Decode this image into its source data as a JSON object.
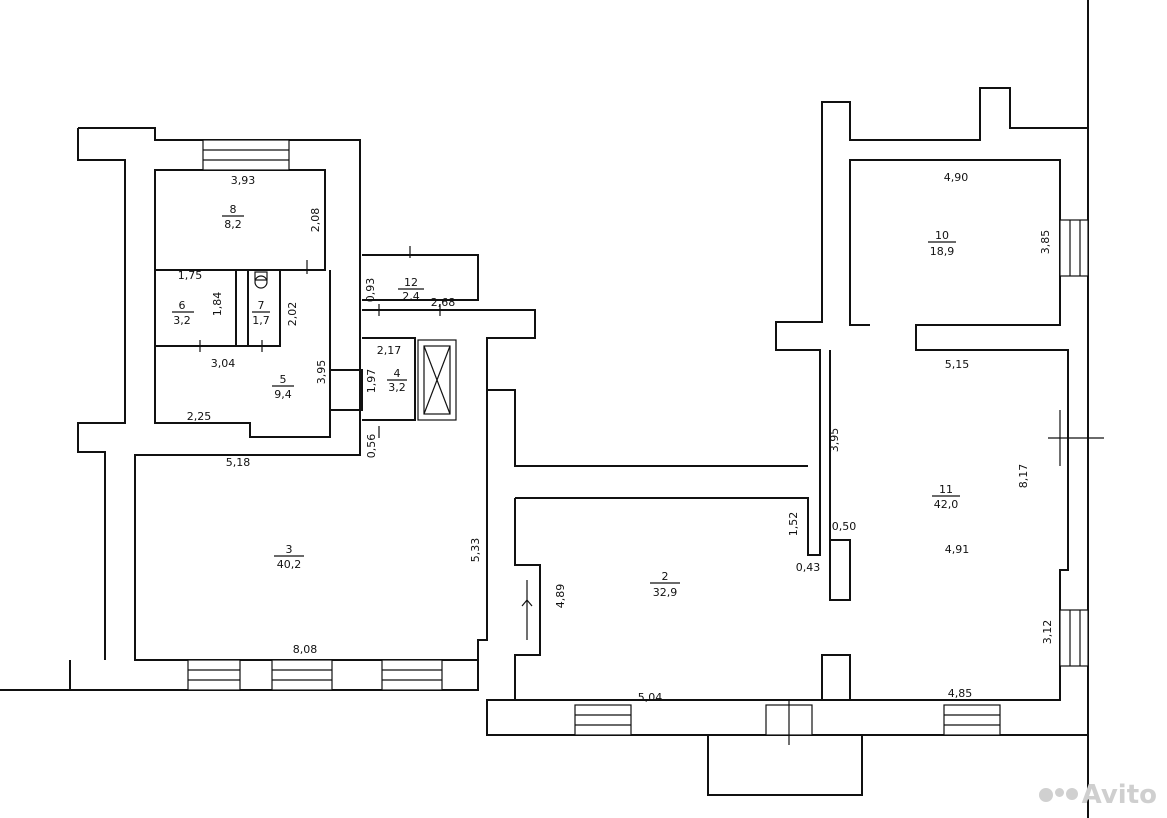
{
  "rooms": [
    {
      "number": "8",
      "area": "8,2"
    },
    {
      "number": "6",
      "area": "3,2"
    },
    {
      "number": "7",
      "area": "1,7"
    },
    {
      "number": "5",
      "area": "9,4"
    },
    {
      "number": "12",
      "area": "2,4"
    },
    {
      "number": "4",
      "area": "3,2"
    },
    {
      "number": "3",
      "area": "40,2"
    },
    {
      "number": "2",
      "area": "32,9"
    },
    {
      "number": "10",
      "area": "18,9"
    },
    {
      "number": "11",
      "area": "42,0"
    }
  ],
  "dimensions": [
    "3,93",
    "2,08",
    "1,75",
    "1,84",
    "2,02",
    "3,04",
    "3,95",
    "2,25",
    "0,93",
    "2,68",
    "2,17",
    "1,97",
    "0,56",
    "5,18",
    "5,33",
    "8,08",
    "4,89",
    "1,52",
    "0,43",
    "5,04",
    "3,95",
    "0,50",
    "4,90",
    "3,85",
    "5,15",
    "8,17",
    "4,91",
    "3,12",
    "4,85"
  ],
  "watermark": "Avito"
}
